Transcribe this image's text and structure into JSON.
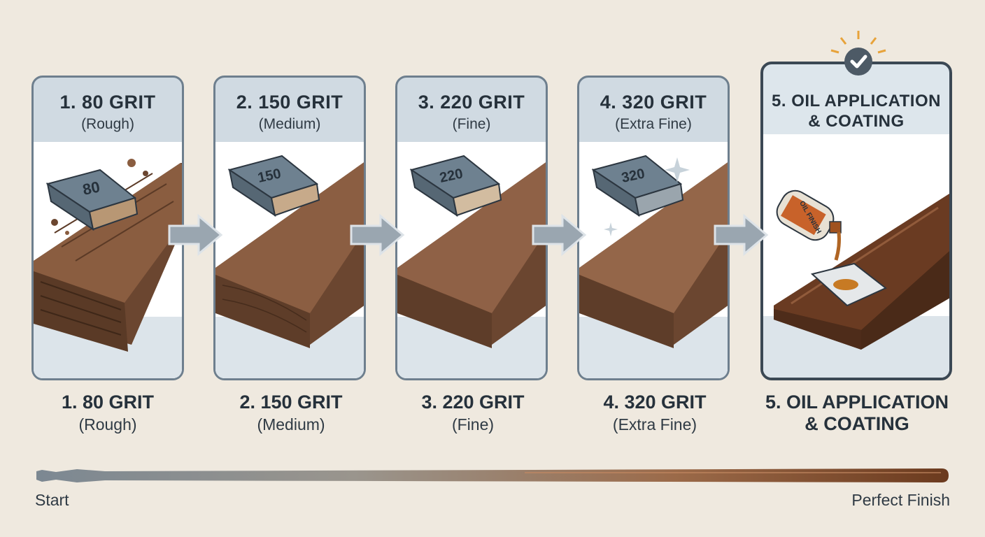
{
  "steps": [
    {
      "title": "1. 80 GRIT",
      "subtitle": "(Rough)",
      "block_label": "80"
    },
    {
      "title": "2. 150 GRIT",
      "subtitle": "(Medium)",
      "block_label": "150"
    },
    {
      "title": "3. 220 GRIT",
      "subtitle": "(Fine)",
      "block_label": "220"
    },
    {
      "title": "4. 320 GRIT",
      "subtitle": "(Extra Fine)",
      "block_label": "320"
    },
    {
      "title": "5. OIL APPLICATION & COATING",
      "title_line1": "5. OIL APPLICATION",
      "title_line2": "& COATING",
      "bottle_label": "OIL FINISH"
    }
  ],
  "progress": {
    "start_label": "Start",
    "end_label": "Perfect Finish"
  },
  "colors": {
    "background": "#efe9df",
    "panel_border": "#6e7f8e",
    "wood": "#7a4e37",
    "progress_end": "#6b3a1e"
  }
}
